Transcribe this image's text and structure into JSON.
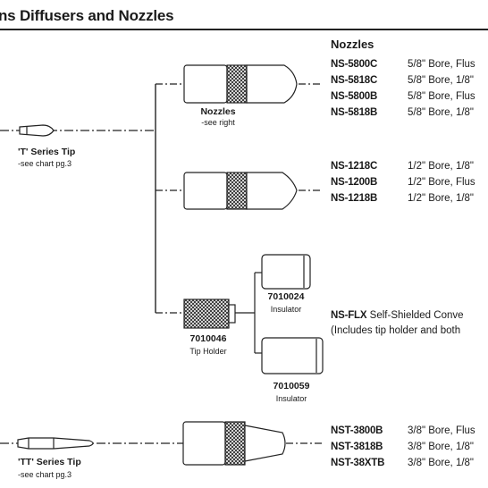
{
  "header": {
    "title": "ns Diffusers and Nozzles"
  },
  "nozzles_heading": "Nozzles",
  "groups": [
    {
      "rows": [
        {
          "part": "NS-5800C",
          "desc": "5/8\" Bore, Flus"
        },
        {
          "part": "NS-5818C",
          "desc": "5/8\" Bore, 1/8\""
        },
        {
          "part": "NS-5800B",
          "desc": "5/8\" Bore, Flus"
        },
        {
          "part": "NS-5818B",
          "desc": "5/8\" Bore, 1/8\""
        }
      ]
    },
    {
      "rows": [
        {
          "part": "NS-1218C",
          "desc": "1/2\" Bore, 1/8\""
        },
        {
          "part": "NS-1200B",
          "desc": "1/2\" Bore, Flus"
        },
        {
          "part": "NS-1218B",
          "desc": "1/2\" Bore, 1/8\""
        }
      ]
    },
    {
      "rows": [
        {
          "part": "NST-3800B",
          "desc": "3/8\" Bore, Flus"
        },
        {
          "part": "NST-3818B",
          "desc": "3/8\" Bore, 1/8\""
        },
        {
          "part": "NST-38XTB",
          "desc": "3/8\" Bore, 1/8\""
        }
      ]
    }
  ],
  "flx": {
    "part": "NS-FLX",
    "desc": "Self-Shielded Conve",
    "note": "(Includes tip holder and both"
  },
  "labels": {
    "nozzles_title": "Nozzles",
    "nozzles_sub": "-see right",
    "t_tip_title": "'T' Series Tip",
    "t_tip_sub": "-see chart pg.3",
    "tt_tip_title": "'TT' Series Tip",
    "tt_tip_sub": "-see chart pg.3",
    "insulator1_part": "7010024",
    "insulator1_name": "Insulator",
    "tip_holder_part": "7010046",
    "tip_holder_name": "Tip Holder",
    "insulator2_part": "7010059",
    "insulator2_name": "Insulator"
  }
}
